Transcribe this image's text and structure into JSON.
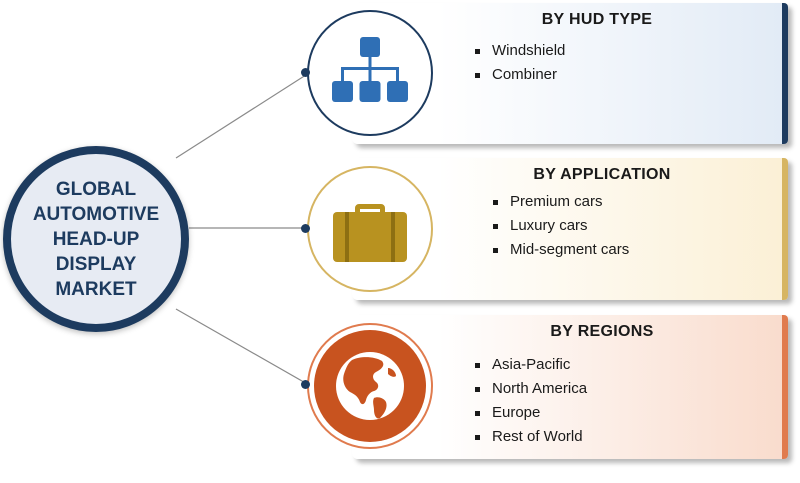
{
  "hub": {
    "title": "GLOBAL\nAUTOMOTIVE\nHEAD-UP\nDISPLAY\nMARKET"
  },
  "segments": [
    {
      "title": "BY HUD TYPE",
      "icon": "hierarchy-icon",
      "color": "#1d3b5f",
      "items": [
        "Windshield",
        "Combiner"
      ]
    },
    {
      "title": "BY APPLICATION",
      "icon": "suitcase-icon",
      "color": "#d6b562",
      "items": [
        "Premium cars",
        "Luxury cars",
        "Mid-segment cars"
      ]
    },
    {
      "title": "BY REGIONS",
      "icon": "globe-icon",
      "color": "#e07b4e",
      "items": [
        "Asia-Pacific",
        "North America",
        "Europe",
        "Rest of World"
      ]
    }
  ]
}
